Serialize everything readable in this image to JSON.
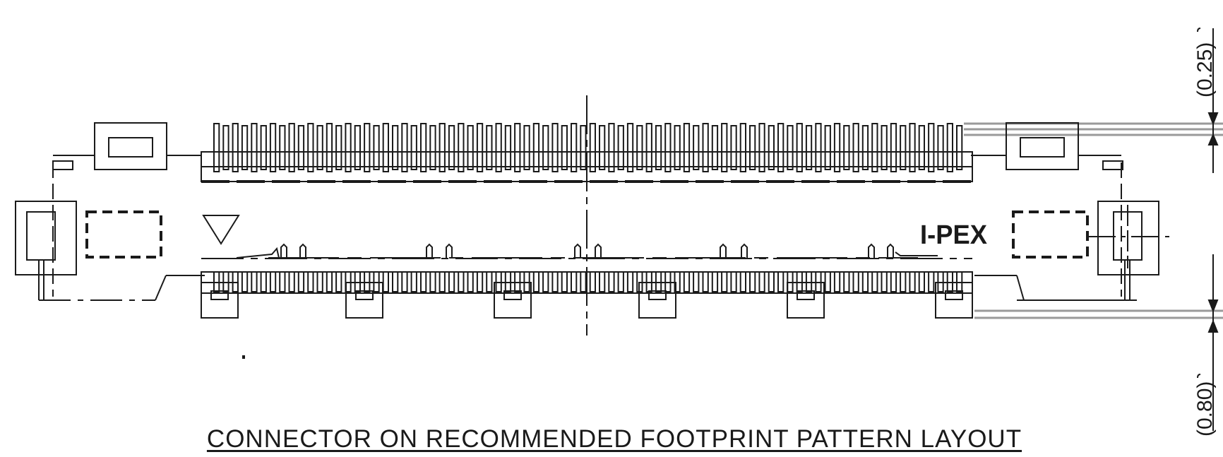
{
  "caption": "CONNECTOR ON RECOMMENDED FOOTPRINT PATTERN LAYOUT",
  "logo_text": "I-PEX",
  "dimensions": {
    "top": "(0.25)",
    "bottom": "(0.80)"
  },
  "colors": {
    "ink": "#1a1a1a",
    "pad_shadow": "#9a9a9a",
    "background": "#ffffff"
  }
}
